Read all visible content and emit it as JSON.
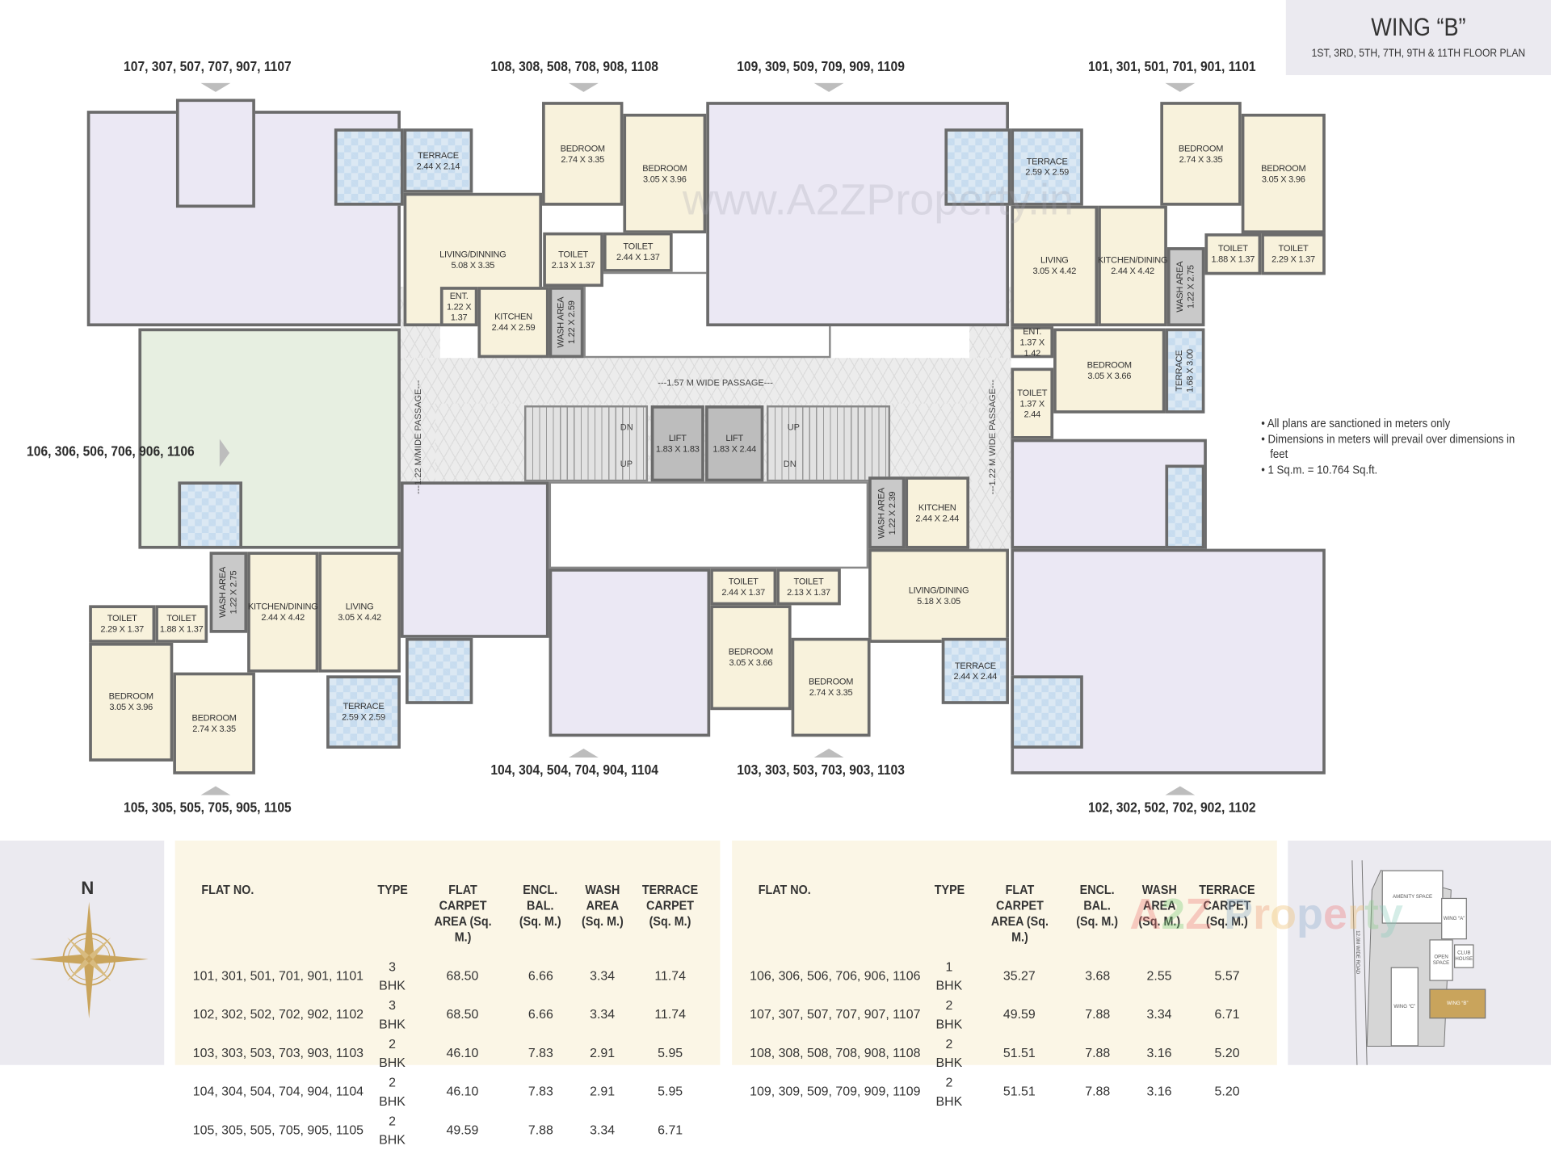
{
  "header": {
    "title": "WING “B”",
    "subtitle": "1ST, 3RD, 5TH, 7TH, 9TH & 11TH FLOOR PLAN"
  },
  "flat_groups": {
    "top_left": "107, 307, 507, 707, 907, 1107",
    "top_center_left": "108, 308, 508, 708, 908, 1108",
    "top_center_right": "109, 309, 509, 709, 909, 1109",
    "top_right": "101, 301, 501, 701, 901, 1101",
    "left": "106, 306, 506, 706, 906, 1106",
    "bottom_left": "105, 305, 505, 705, 905, 1105",
    "bottom_center_left": "104, 304, 504, 704, 904, 1104",
    "bottom_center_right": "103, 303, 503, 703, 903, 1103",
    "bottom_right": "102, 302, 502, 702, 902, 1102"
  },
  "rooms": [
    {
      "name": "TERRACE",
      "dims": "2.44 X 2.14"
    },
    {
      "name": "BEDROOM",
      "dims": "2.74 X 3.35"
    },
    {
      "name": "BEDROOM",
      "dims": "3.05 X 3.96"
    },
    {
      "name": "LIVING/DINNING",
      "dims": "5.08 X 3.35"
    },
    {
      "name": "TOILET",
      "dims": "2.13 X 1.37"
    },
    {
      "name": "TOILET",
      "dims": "2.44 X 1.37"
    },
    {
      "name": "ENT.",
      "dims": "1.22 X 1.37"
    },
    {
      "name": "KITCHEN",
      "dims": "2.44 X 2.59"
    },
    {
      "name": "WASH AREA",
      "dims": "1.22 X 2.59"
    },
    {
      "name": "TERRACE",
      "dims": "2.59 X 2.59"
    },
    {
      "name": "BEDROOM",
      "dims": "2.74 X 3.35"
    },
    {
      "name": "BEDROOM",
      "dims": "3.05 X 3.96"
    },
    {
      "name": "LIVING",
      "dims": "3.05 X 4.42"
    },
    {
      "name": "KITCHEN/DINING",
      "dims": "2.44 X 4.42"
    },
    {
      "name": "WASH AREA",
      "dims": "1.22 X 2.75"
    },
    {
      "name": "TOILET",
      "dims": "1.88 X 1.37"
    },
    {
      "name": "TOILET",
      "dims": "2.29 X 1.37"
    },
    {
      "name": "ENT.",
      "dims": "1.37 X 1.42"
    },
    {
      "name": "BEDROOM",
      "dims": "3.05 X 3.66"
    },
    {
      "name": "TERRACE",
      "dims": "1.68 X 3.00"
    },
    {
      "name": "TOILET",
      "dims": "1.37 X 2.44"
    },
    {
      "name": "KITCHEN",
      "dims": "2.44 X 2.44"
    },
    {
      "name": "WASH AREA",
      "dims": "1.22 X 2.39"
    },
    {
      "name": "LIVING/DINING",
      "dims": "5.18 X 3.05"
    },
    {
      "name": "TOILET",
      "dims": "2.44 X 1.37"
    },
    {
      "name": "TOILET",
      "dims": "2.13 X 1.37"
    },
    {
      "name": "BEDROOM",
      "dims": "3.05 X 3.66"
    },
    {
      "name": "BEDROOM",
      "dims": "2.74 X 3.35"
    },
    {
      "name": "TERRACE",
      "dims": "2.44 X 2.44"
    },
    {
      "name": "WASH AREA",
      "dims": "1.22 X 2.75"
    },
    {
      "name": "KITCHEN/DINING",
      "dims": "2.44 X 4.42"
    },
    {
      "name": "LIVING",
      "dims": "3.05 X 4.42"
    },
    {
      "name": "TOILET",
      "dims": "2.29 X 1.37"
    },
    {
      "name": "TOILET",
      "dims": "1.88 X 1.37"
    },
    {
      "name": "BEDROOM",
      "dims": "3.05 X 3.96"
    },
    {
      "name": "BEDROOM",
      "dims": "2.74 X 3.35"
    },
    {
      "name": "TERRACE",
      "dims": "2.59 X 2.59"
    },
    {
      "name": "LIFT",
      "dims": "1.83 X 1.83"
    },
    {
      "name": "LIFT",
      "dims": "1.83 X 2.44"
    }
  ],
  "passages": {
    "horizontal": "---1.57 M WIDE PASSAGE---",
    "left_vertical": "---1.22 M/MIDE PASSAGE---",
    "right_vertical": "---1.22 M WIDE PASSAGE---",
    "dn": "DN",
    "up": "UP"
  },
  "notes": [
    "• All plans are sanctioned in meters only",
    "• Dimensions in meters will prevail over dimensions in feet",
    "• 1 Sq.m. = 10.764 Sq.ft."
  ],
  "compass": {
    "north_label": "N",
    "icon": "compass-rose-icon",
    "color": "#c9a45c"
  },
  "table_headers": [
    "FLAT NO.",
    "TYPE",
    "FLAT CARPET AREA (Sq. M.)",
    "ENCL. BAL. (Sq. M.)",
    "WASH AREA (Sq. M.)",
    "TERRACE CARPET (Sq. M.)"
  ],
  "table_left": [
    [
      "101, 301, 501, 701, 901, 1101",
      "3 BHK",
      "68.50",
      "6.66",
      "3.34",
      "11.74"
    ],
    [
      "102, 302, 502, 702, 902, 1102",
      "3 BHK",
      "68.50",
      "6.66",
      "3.34",
      "11.74"
    ],
    [
      "103, 303, 503, 703, 903, 1103",
      "2 BHK",
      "46.10",
      "7.83",
      "2.91",
      "5.95"
    ],
    [
      "104, 304, 504, 704, 904, 1104",
      "2 BHK",
      "46.10",
      "7.83",
      "2.91",
      "5.95"
    ],
    [
      "105, 305, 505, 705, 905, 1105",
      "2 BHK",
      "49.59",
      "7.88",
      "3.34",
      "6.71"
    ]
  ],
  "table_right": [
    [
      "106, 306, 506, 706, 906, 1106",
      "1 BHK",
      "35.27",
      "3.68",
      "2.55",
      "5.57"
    ],
    [
      "107, 307, 507, 707, 907, 1107",
      "2 BHK",
      "49.59",
      "7.88",
      "3.34",
      "6.71"
    ],
    [
      "108, 308, 508, 708, 908, 1108",
      "2 BHK",
      "51.51",
      "7.88",
      "3.16",
      "5.20"
    ],
    [
      "109, 309, 509, 709, 909, 1109",
      "2 BHK",
      "51.51",
      "7.88",
      "3.16",
      "5.20"
    ]
  ],
  "key_plan": {
    "amenity": "AMENITY SPACE",
    "wing_a": "WING “A”",
    "open_space": "OPEN SPACE",
    "club_house": "CLUB HOUSE",
    "wing_c": "WING “C”",
    "wing_b": "WING “B”",
    "road": "12.0M WIDE ROAD",
    "highlight_color": "#c9a45c"
  },
  "watermarks": {
    "url": "www.A2ZProperty.in",
    "logo": "A2Z Property"
  },
  "colors": {
    "flat_2bhk": "#f8f2dc",
    "flat_other": "#ebe8f4",
    "flat_1bhk": "#e7efe1",
    "terrace": "#dbe8f3",
    "wall": "#6b6b6b"
  }
}
